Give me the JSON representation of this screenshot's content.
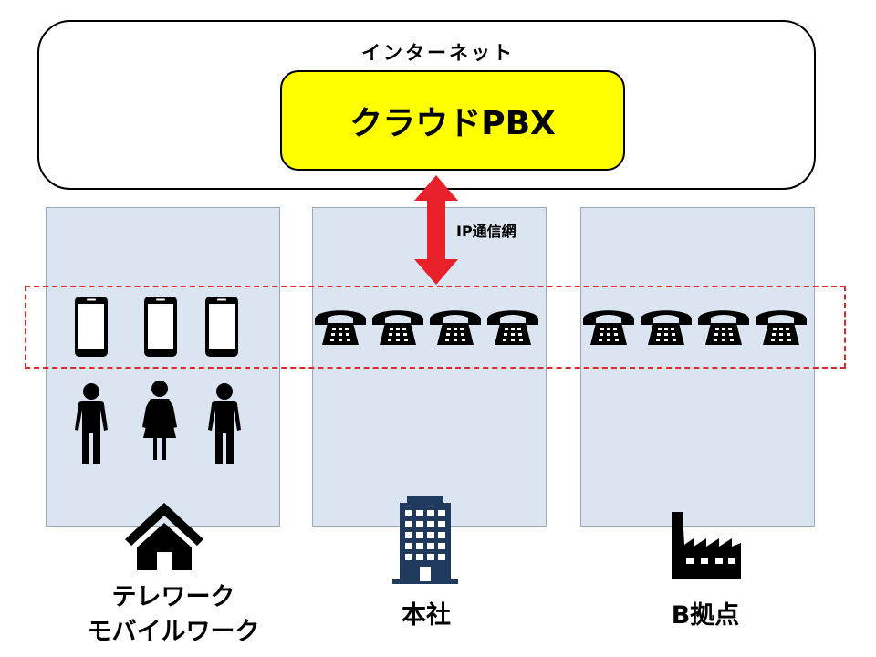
{
  "internet": {
    "label": "インターネット"
  },
  "pbx": {
    "label": "クラウドPBX"
  },
  "connection": {
    "label": "IP通信網"
  },
  "locations": {
    "telework": {
      "line1": "テレワーク",
      "line2": "モバイルワーク",
      "icon": "house-icon",
      "devices": "smartphone-icon",
      "device_count": 3,
      "people_count": 3
    },
    "headquarters": {
      "label": "本社",
      "icon": "office-building-icon",
      "devices": "telephone-icon",
      "device_count": 4
    },
    "branch_b": {
      "label": "B拠点",
      "icon": "factory-icon",
      "devices": "telephone-icon",
      "device_count": 4
    }
  },
  "colors": {
    "pbx": "#ffff00",
    "panel": "#dbe4f1",
    "arrow": "#e8202a",
    "dashed_box": "#e0282c"
  }
}
